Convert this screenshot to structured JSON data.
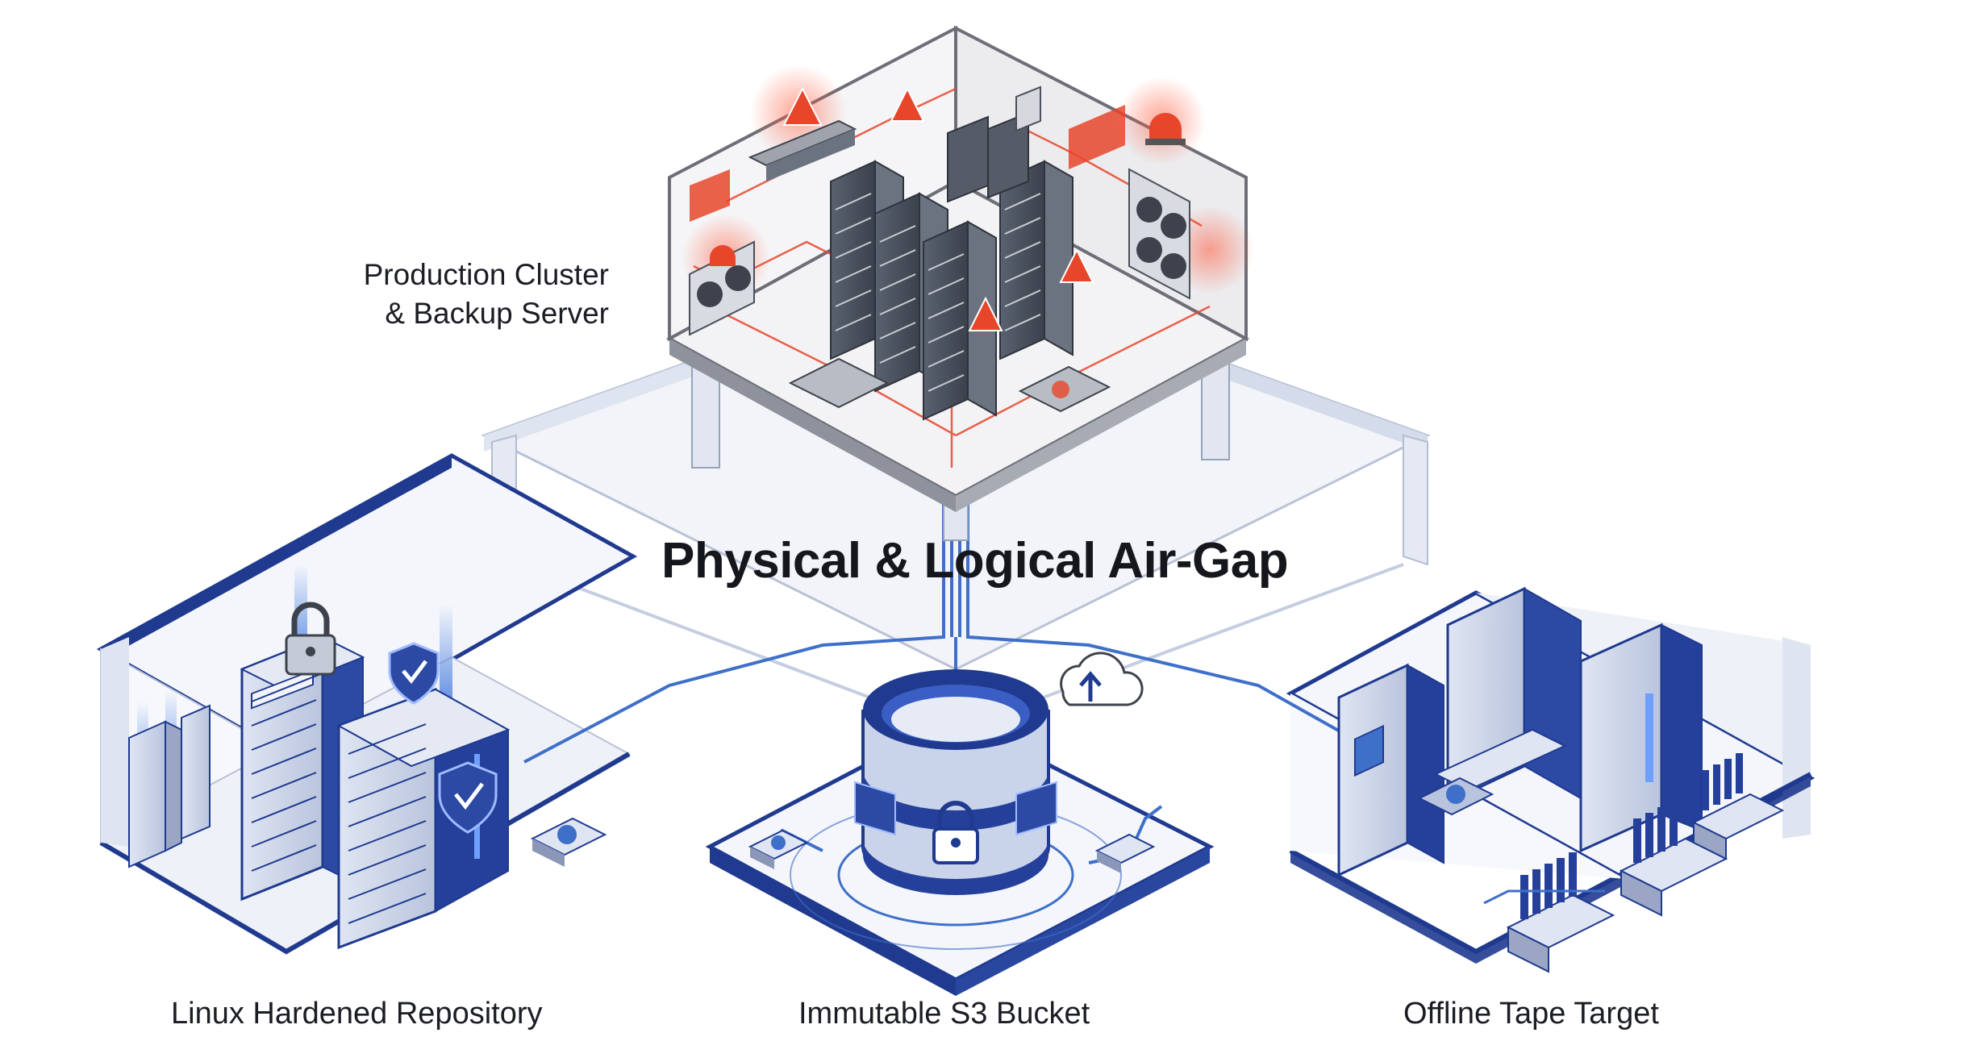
{
  "title": "Physical & Logical Air-Gap",
  "nodes": {
    "production": {
      "line1": "Production Cluster",
      "line2": "& Backup Server",
      "accent": "#e8462b"
    },
    "linux_repo": {
      "label": "Linux Hardened Repository",
      "accent": "#1f3a8f"
    },
    "s3_bucket": {
      "label": "Immutable S3 Bucket",
      "accent": "#1f3a8f"
    },
    "tape": {
      "label": "Offline Tape Target",
      "accent": "#1f3a8f"
    }
  },
  "icons": [
    "warning-icon",
    "alarm-beacon-icon",
    "server-rack-icon",
    "network-switch-icon",
    "padlock-icon",
    "shield-check-icon",
    "cloud-upload-icon",
    "tape-library-icon"
  ],
  "colors": {
    "navy": "#1f3a8f",
    "line_blue": "#3f70c9",
    "alert_red": "#e8462b",
    "floor": "#eef1f7",
    "wall": "#dfe5f0"
  }
}
